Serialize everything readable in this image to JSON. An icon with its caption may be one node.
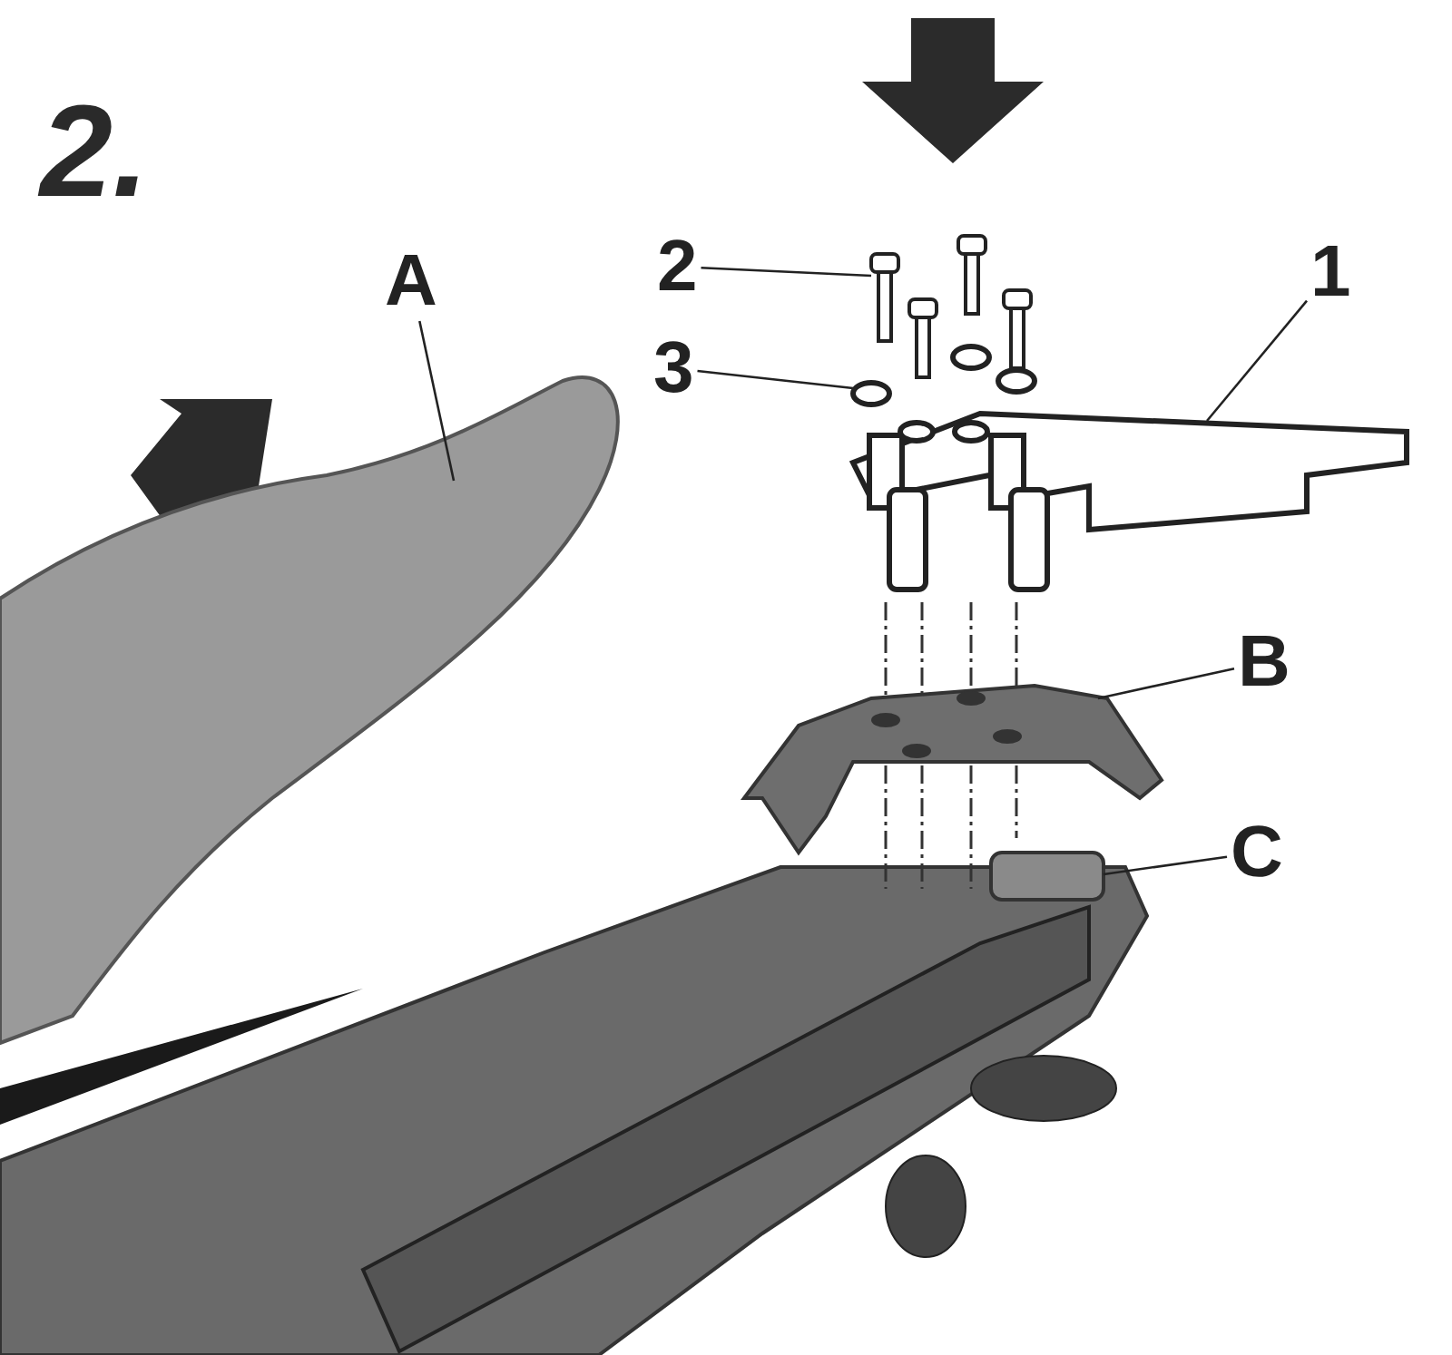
{
  "diagram": {
    "nodes": [
      {
        "text": [
          "A"
        ]
      },
      {
        "text": [],
        "shape": "picture"
      },
      {
        "text": [
          "B"
        ]
      },
      {
        "text": [],
        "shape": "picture"
      },
      {
        "text": [
          "C"
        ]
      },
      {
        "text": [],
        "shape": "box"
      },
      {
        "text": [
          "1"
        ]
      },
      {
        "text": [],
        "shape": "picture"
      },
      {
        "text": [
          "2"
        ]
      },
      {
        "text": [],
        "shape": "picture"
      },
      {
        "text": [
          "3"
        ]
      },
      {
        "text": [],
        "shape": "circle"
      }
    ],
    "edges": [
      {
        "from": 0,
        "to": 1,
        "arrow": "none"
      },
      {
        "from": 2,
        "to": 3,
        "arrow": "none"
      },
      {
        "from": 4,
        "to": 5,
        "arrow": "none"
      },
      {
        "from": 6,
        "to": 7,
        "arrow": "none"
      },
      {
        "from": 8,
        "to": 9,
        "arrow": "none"
      },
      {
        "from": 10,
        "to": 11,
        "arrow": "none"
      }
    ],
    "labels": [
      "2."
    ]
  }
}
